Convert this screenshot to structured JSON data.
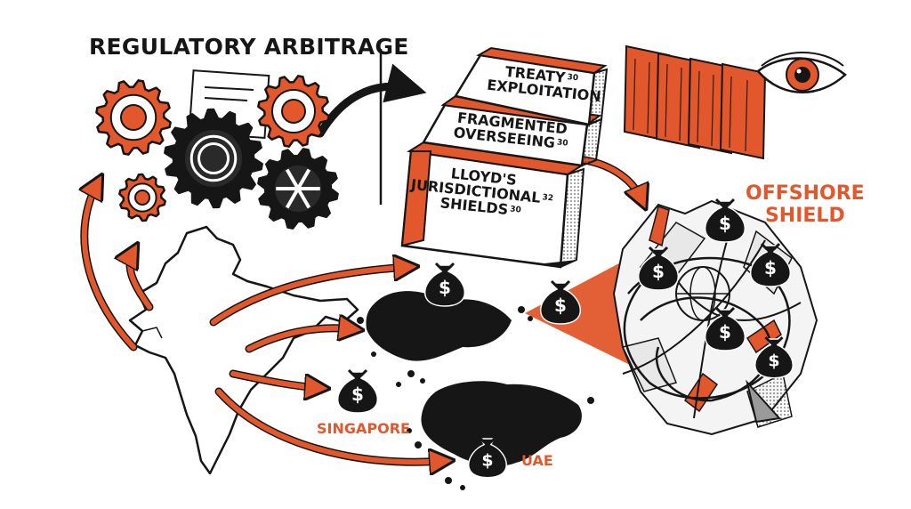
{
  "title": "REGULATORY ARBITRAGE",
  "stairs": [
    {
      "line1": "TREATY",
      "line2": "EXPLOITATION",
      "line3": "",
      "num1": "30",
      "num2": ""
    },
    {
      "line1": "FRAGMENTED",
      "line2": "OVERSEEING",
      "line3": "",
      "num1": "30",
      "num2": ""
    },
    {
      "line1": "LLOYD'S",
      "line2": "JURISDICTIONAL",
      "line3": "SHIELDS",
      "num1": "32",
      "num2": "30"
    }
  ],
  "offshore": {
    "line1": "OFFSHORE",
    "line2": "SHIELD"
  },
  "regions": {
    "singapore": "SINGAPORE",
    "uae": "UAE"
  },
  "money_symbol": "$",
  "colors": {
    "orange": "#e2572b",
    "ink": "#161616",
    "paper": "#ffffff"
  },
  "icons": [
    "gear-icon",
    "eye-icon",
    "money-bag-icon",
    "arrow-icon",
    "map-india",
    "map-singapore",
    "map-uae",
    "stair-icon",
    "panel-icon"
  ]
}
